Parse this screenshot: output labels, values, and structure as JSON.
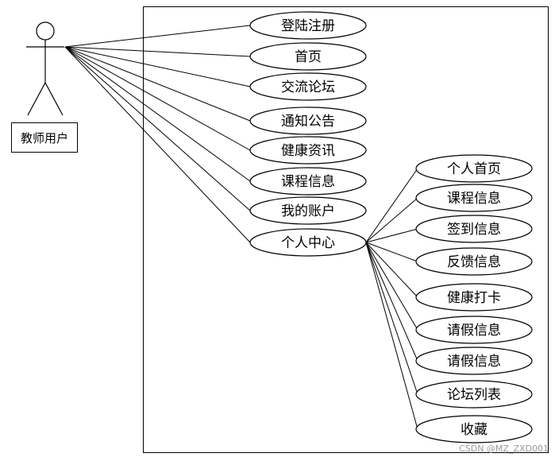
{
  "actor": {
    "label": "教师用户"
  },
  "primary_use_cases": [
    {
      "id": "login",
      "label": "登陆注册"
    },
    {
      "id": "home",
      "label": "首页"
    },
    {
      "id": "forum",
      "label": "交流论坛"
    },
    {
      "id": "notice",
      "label": "通知公告"
    },
    {
      "id": "health-news",
      "label": "健康资讯"
    },
    {
      "id": "course",
      "label": "课程信息"
    },
    {
      "id": "account",
      "label": "我的账户"
    },
    {
      "id": "personal-center",
      "label": "个人中心"
    }
  ],
  "personal_center_use_cases": [
    {
      "id": "personal-home",
      "label": "个人首页"
    },
    {
      "id": "pc-course",
      "label": "课程信息"
    },
    {
      "id": "checkin",
      "label": "签到信息"
    },
    {
      "id": "feedback",
      "label": "反馈信息"
    },
    {
      "id": "health-punch",
      "label": "健康打卡"
    },
    {
      "id": "leave-1",
      "label": "请假信息"
    },
    {
      "id": "leave-2",
      "label": "请假信息"
    },
    {
      "id": "forum-list",
      "label": "论坛列表"
    },
    {
      "id": "favorites",
      "label": "收藏"
    }
  ],
  "watermark": "CSDN @MZ_ZXD001"
}
